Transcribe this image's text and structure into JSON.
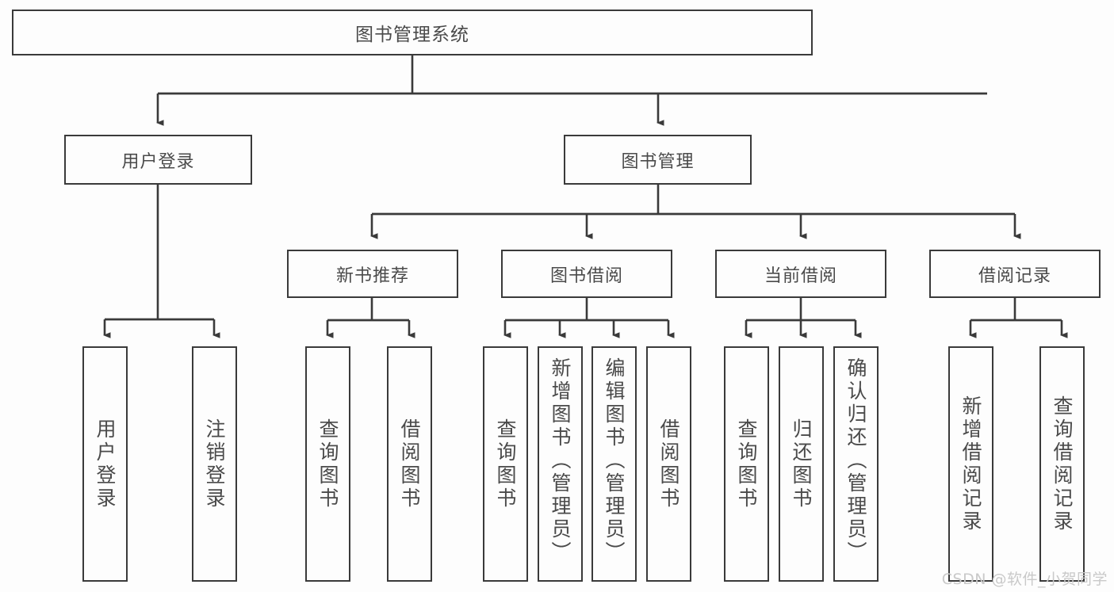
{
  "diagram": {
    "title": "图书管理系统",
    "type": "tree-hierarchy-chart",
    "colors": {
      "background": "#fdfdfd",
      "stroke": "#3a3a3a",
      "text": "#4a4a4a",
      "watermark": "#c9c9c9"
    }
  },
  "root": {
    "label": "图书管理系统"
  },
  "level2": [
    {
      "label": "用户登录"
    },
    {
      "label": "图书管理"
    }
  ],
  "level3": [
    {
      "label": "新书推荐"
    },
    {
      "label": "图书借阅"
    },
    {
      "label": "当前借阅"
    },
    {
      "label": "借阅记录"
    }
  ],
  "leaves": {
    "user_login": [
      {
        "label": "用户登录"
      },
      {
        "label": "注销登录"
      }
    ],
    "new_book_recommend": [
      {
        "label": "查询图书"
      },
      {
        "label": "借阅图书"
      }
    ],
    "book_borrow": [
      {
        "label": "查询图书"
      },
      {
        "label": "新增图书（管理员）"
      },
      {
        "label": "编辑图书（管理员）"
      },
      {
        "label": "借阅图书"
      }
    ],
    "current_borrow": [
      {
        "label": "查询图书"
      },
      {
        "label": "归还图书"
      },
      {
        "label": "确认归还（管理员）"
      }
    ],
    "borrow_record": [
      {
        "label": "新增借阅记录"
      },
      {
        "label": "查询借阅记录"
      }
    ]
  },
  "watermark": {
    "text": "CSDN @软件_小贺同学"
  }
}
